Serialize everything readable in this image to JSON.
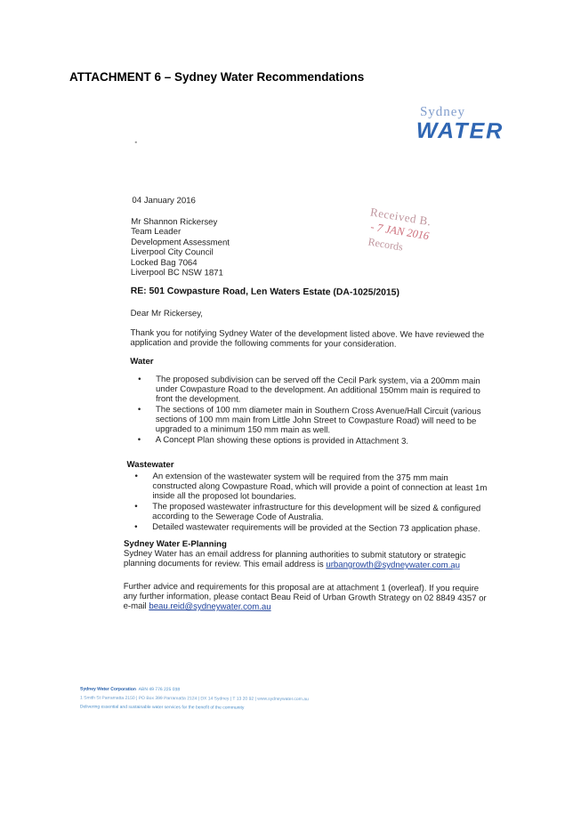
{
  "attachment_title": "ATTACHMENT 6 – Sydney Water Recommendations",
  "logo": {
    "line1": "Sydney",
    "line2": "WATER"
  },
  "letter": {
    "date": "04 January 2016",
    "address": "Mr Shannon Rickersey\nTeam Leader\nDevelopment Assessment\nLiverpool City Council\nLocked Bag 7064\nLiverpool BC NSW 1871",
    "stamp": {
      "line1": "Received B.",
      "line2": "- 7 JAN 2016",
      "line3": "Records"
    },
    "re": "RE: 501 Cowpasture Road, Len Waters Estate (DA-1025/2015)",
    "salutation": "Dear Mr Rickersey,",
    "intro": "Thank you for notifying Sydney Water of the development listed above. We have reviewed the\napplication and provide the following comments for your consideration.",
    "water_heading": "Water",
    "water_items": [
      "The proposed subdivision can be served off the Cecil Park system, via a 200mm main\nunder Cowpasture Road to the development. An additional 150mm main is required to\nfront the development.",
      "The sections of 100 mm diameter main in Southern Cross Avenue/Hall Circuit (various\nsections of 100 mm main from Little John Street to Cowpasture Road) will need to be\nupgraded to a minimum 150 mm main as well.",
      "A Concept Plan showing these options is provided in Attachment 3."
    ],
    "wastewater_heading": "Wastewater",
    "wastewater_items": [
      "An extension of the wastewater system will be required from the 375 mm main\nconstructed along Cowpasture Road, which will provide a point of connection at least 1m\ninside all the proposed lot boundaries.",
      "The proposed wastewater infrastructure for this development will be sized & configured\naccording to the Sewerage Code of Australia.",
      "Detailed wastewater requirements will be provided at the Section 73 application phase."
    ],
    "eplanning_heading": "Sydney Water E-Planning",
    "eplanning_text": "Sydney Water has an email address for planning authorities to submit statutory or strategic\nplanning documents for review. This email address is ",
    "eplanning_email": "urbangrowth@sydneywater.com.au",
    "closing_text": "Further advice and requirements for this proposal are at attachment 1 (overleaf). If you require\nany further information, please contact Beau Reid of Urban Growth Strategy on 02 8849 4357 or\ne-mail ",
    "closing_email": "beau.reid@sydneywater.com.au",
    "footer": {
      "corp": "Sydney Water Corporation",
      "abn": "ABN 49 776 225 038",
      "address": "1 Smith St Parramatta 2150 | PO Box 399 Parramatta 2124 | DX 14 Sydney | T 13 20 92 | www.sydneywater.com.au",
      "tagline": "Delivering essential and sustainable water services for the benefit of the community"
    }
  }
}
